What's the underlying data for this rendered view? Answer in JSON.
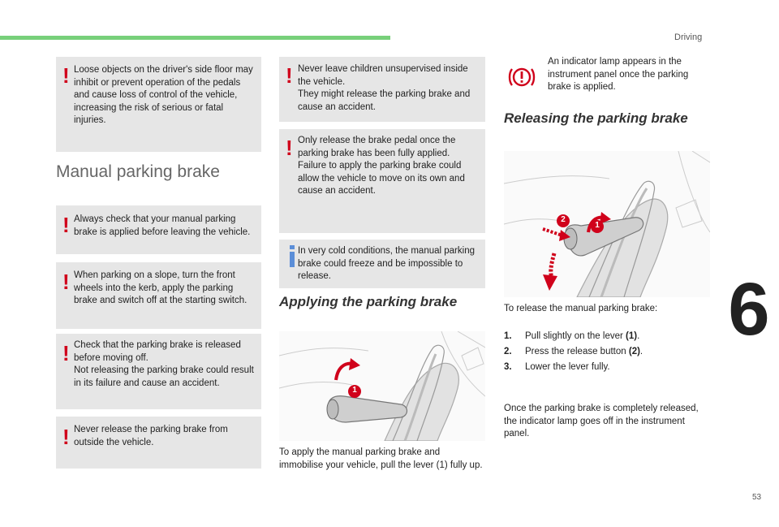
{
  "header": {
    "section": "Driving"
  },
  "chapter_number": "6",
  "page_number": "53",
  "colors": {
    "accent_bar": "#78d07a",
    "warning": "#d0021b",
    "info": "#5b8ed8",
    "box_bg": "#e6e6e6"
  },
  "col1": {
    "box1": {
      "icon": "warning-exclamation-icon",
      "text": "Loose objects on the driver's side floor may inhibit or prevent operation of the pedals and cause loss of control of the vehicle, increasing the risk of serious or fatal injuries."
    },
    "heading": "Manual parking brake",
    "box2": {
      "icon": "warning-exclamation-icon",
      "text": "Always check that your manual parking brake is applied before leaving the vehicle."
    },
    "box3": {
      "icon": "warning-exclamation-icon",
      "text": "When parking on a slope, turn the front wheels into the kerb, apply the parking brake and switch off at the starting switch."
    },
    "box4": {
      "icon": "warning-exclamation-icon",
      "line1": "Check that the parking brake is released before moving off.",
      "line2": "Not releasing the parking brake could result in its failure and cause an accident."
    },
    "box5": {
      "icon": "warning-exclamation-icon",
      "text": "Never release the parking brake from outside the vehicle."
    }
  },
  "col2": {
    "box1": {
      "icon": "warning-exclamation-icon",
      "line1": "Never leave children unsupervised inside the vehicle.",
      "line2": "They might release the parking brake and cause an accident."
    },
    "box2": {
      "icon": "warning-exclamation-icon",
      "line1": "Only release the brake pedal once the parking brake has been fully applied.",
      "line2": "Failure to apply the parking brake could allow the vehicle to move on its own and cause an accident."
    },
    "box3": {
      "icon": "info-icon",
      "text": "In very cold conditions, the manual parking brake could freeze and be impossible to release."
    },
    "heading": "Applying the parking brake",
    "illustration": {
      "callout1": "1"
    },
    "text": "To apply the manual parking brake and immobilise your vehicle, pull the lever (1) fully up."
  },
  "col3": {
    "indicator": {
      "icon": "parking-brake-warning-lamp-icon",
      "text": "An indicator lamp appears in the instrument panel once the parking brake is applied."
    },
    "heading": "Releasing the parking brake",
    "illustration": {
      "callout1": "1",
      "callout2": "2"
    },
    "intro": "To release the manual parking brake:",
    "steps": [
      {
        "num": "1.",
        "text": "Pull slightly on the lever ",
        "ref": "(1)",
        "end": "."
      },
      {
        "num": "2.",
        "text": "Press the release button ",
        "ref": "(2)",
        "end": "."
      },
      {
        "num": "3.",
        "text": "Lower the lever fully.",
        "ref": "",
        "end": ""
      }
    ],
    "outro": "Once the parking brake is completely released, the indicator lamp goes off in the instrument panel."
  }
}
